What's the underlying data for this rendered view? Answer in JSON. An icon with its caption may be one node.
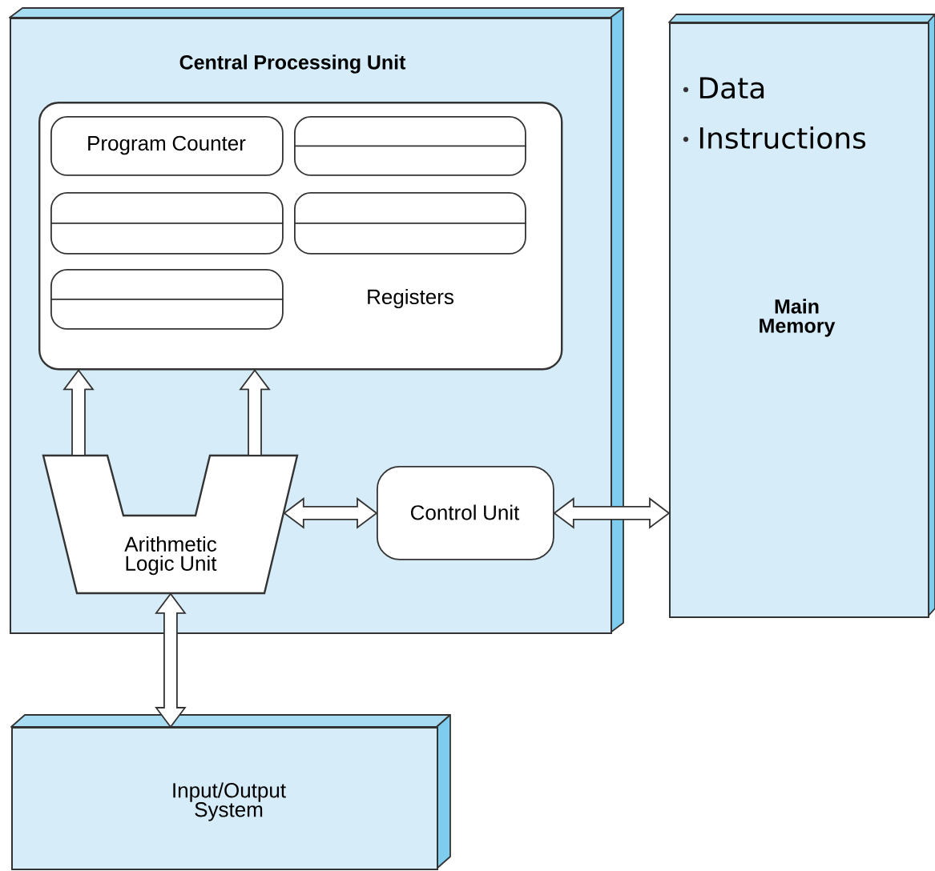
{
  "diagram": {
    "nodes": [
      {
        "text": [
          "Central Processing Unit"
        ]
      },
      {
        "text": [
          "Registers"
        ],
        "in": 0
      },
      {
        "text": [
          "Program Counter"
        ],
        "in": 1
      },
      {
        "text": [],
        "shape": "box",
        "in": 1
      },
      {
        "text": [],
        "shape": "box",
        "in": 1
      },
      {
        "text": [],
        "shape": "box",
        "in": 1
      },
      {
        "text": [],
        "shape": "box",
        "in": 1
      },
      {
        "text": [
          "Arithmetic Logic Unit"
        ],
        "in": 0
      },
      {
        "text": [
          "Control Unit"
        ],
        "in": 0
      },
      {
        "text": [
          "Data",
          "Instructions",
          "Main Memory"
        ]
      },
      {
        "text": [
          "Input/Output System"
        ]
      }
    ],
    "edges": [
      {
        "from": 7,
        "to": 1,
        "arrow": "to"
      },
      {
        "from": 7,
        "to": 1,
        "arrow": "to"
      },
      {
        "from": 7,
        "to": 8,
        "arrow": "both"
      },
      {
        "from": 8,
        "to": 9,
        "arrow": "both"
      },
      {
        "from": 7,
        "to": 10,
        "arrow": "both"
      }
    ]
  }
}
